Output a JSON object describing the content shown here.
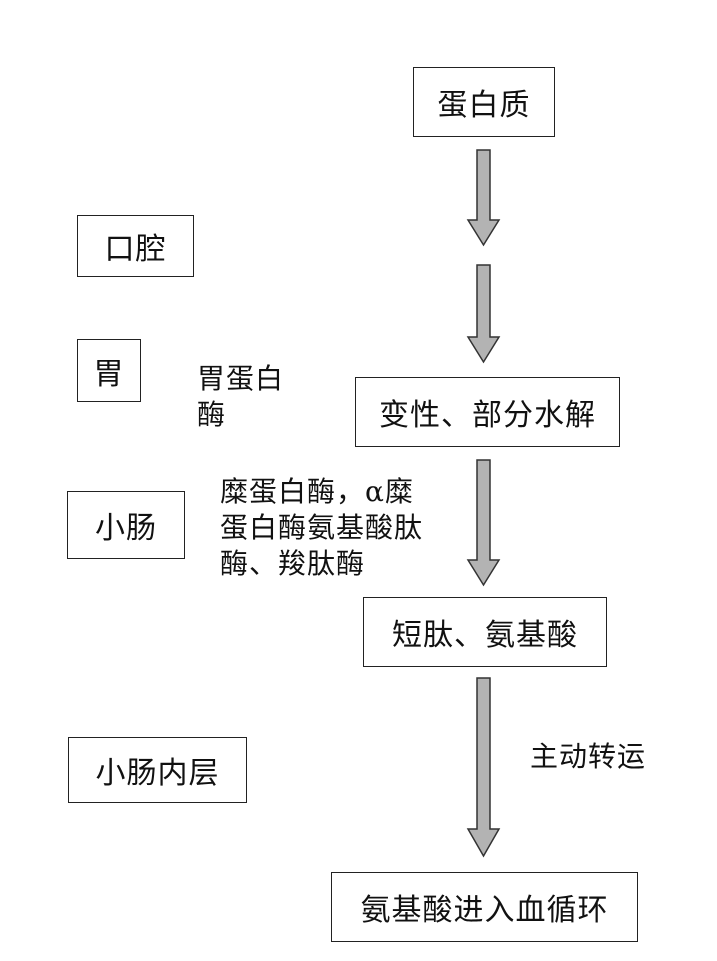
{
  "flow": {
    "protein": "蛋白质",
    "denatured": "变性、部分水解",
    "peptides": "短肽、氨基酸",
    "blood": "氨基酸进入血循环"
  },
  "sites": {
    "mouth": "口腔",
    "stomach": "胃",
    "small_intestine": "小肠",
    "intestine_lining": "小肠内层"
  },
  "enzymes": {
    "stomach_line1": "胃蛋白",
    "stomach_line2": "酶",
    "intestine_line1": "糜蛋白酶，α糜",
    "intestine_line2": "蛋白酶氨基酸肽",
    "intestine_line3": "酶、羧肽酶"
  },
  "process": {
    "transport": "主动转运"
  },
  "colors": {
    "arrow_fill": "#b3b3b3",
    "arrow_stroke": "#333333"
  }
}
